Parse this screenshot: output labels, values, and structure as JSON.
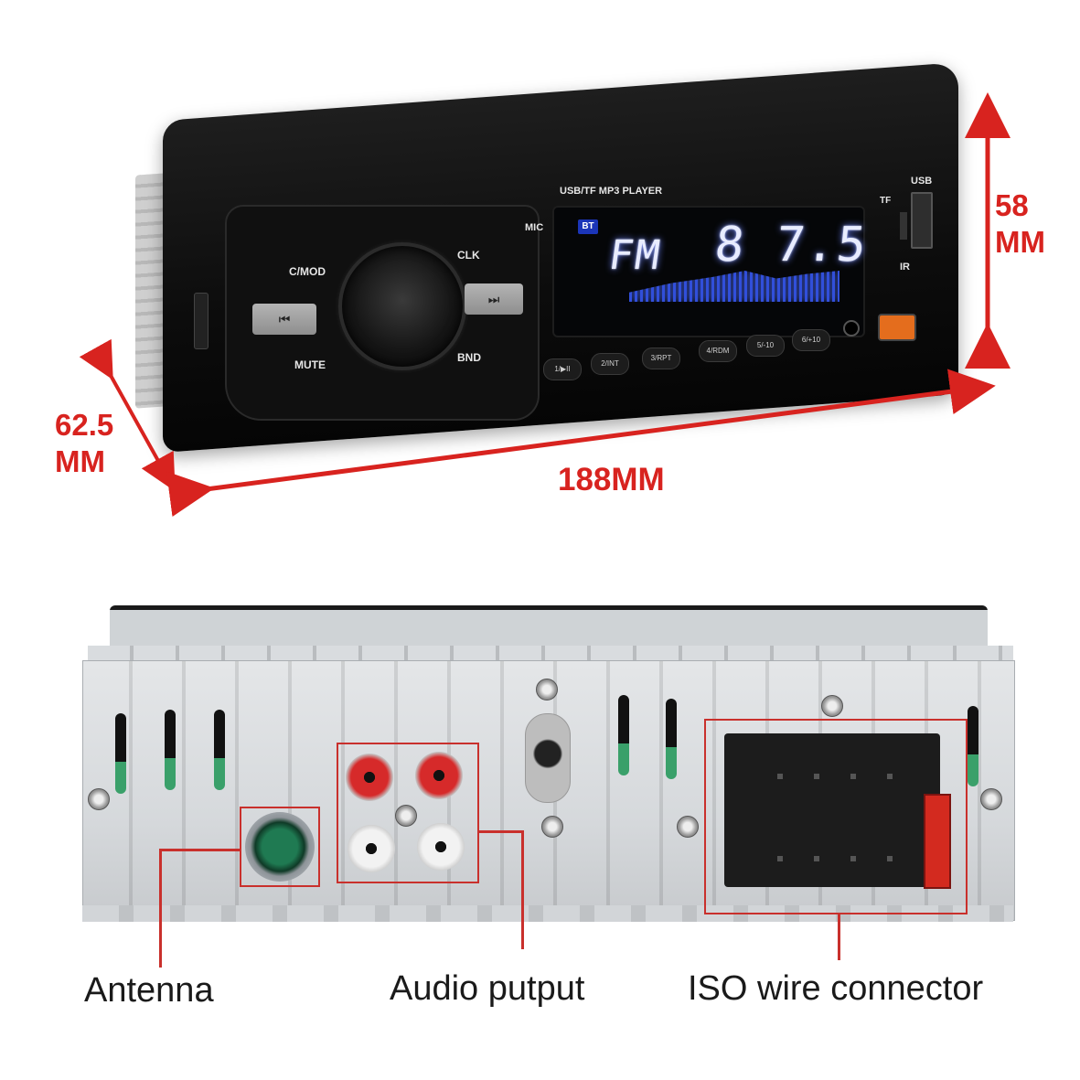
{
  "dimensions": {
    "height": "58\nMM",
    "depth": "62.5\nMM",
    "width": "188MM"
  },
  "front_panel": {
    "player_label": "USB/TF MP3 PLAYER",
    "mic_label": "MIC",
    "mode_label": "C/MOD",
    "mute_label": "MUTE",
    "clk_label": "CLK",
    "bnd_label": "BND",
    "usb_label": "USB",
    "tf_label": "TF",
    "ir_label": "IR",
    "prev_symbol": "⏮",
    "next_symbol": "⏭",
    "display": {
      "bt_badge": "BT",
      "band": "FM",
      "frequency": "8 7.5"
    },
    "presets": [
      "1/▶II",
      "2/INT",
      "3/RPT",
      "4/RDM",
      "5/-10",
      "6/+10"
    ]
  },
  "back_panel": {
    "captions": {
      "antenna": "Antenna",
      "audio": "Audio putput",
      "iso": "ISO wire connector"
    }
  },
  "colors": {
    "accent_red": "#d8231f",
    "lcd_glow": "#6c84ff",
    "usb_orange": "#e46d1d"
  }
}
